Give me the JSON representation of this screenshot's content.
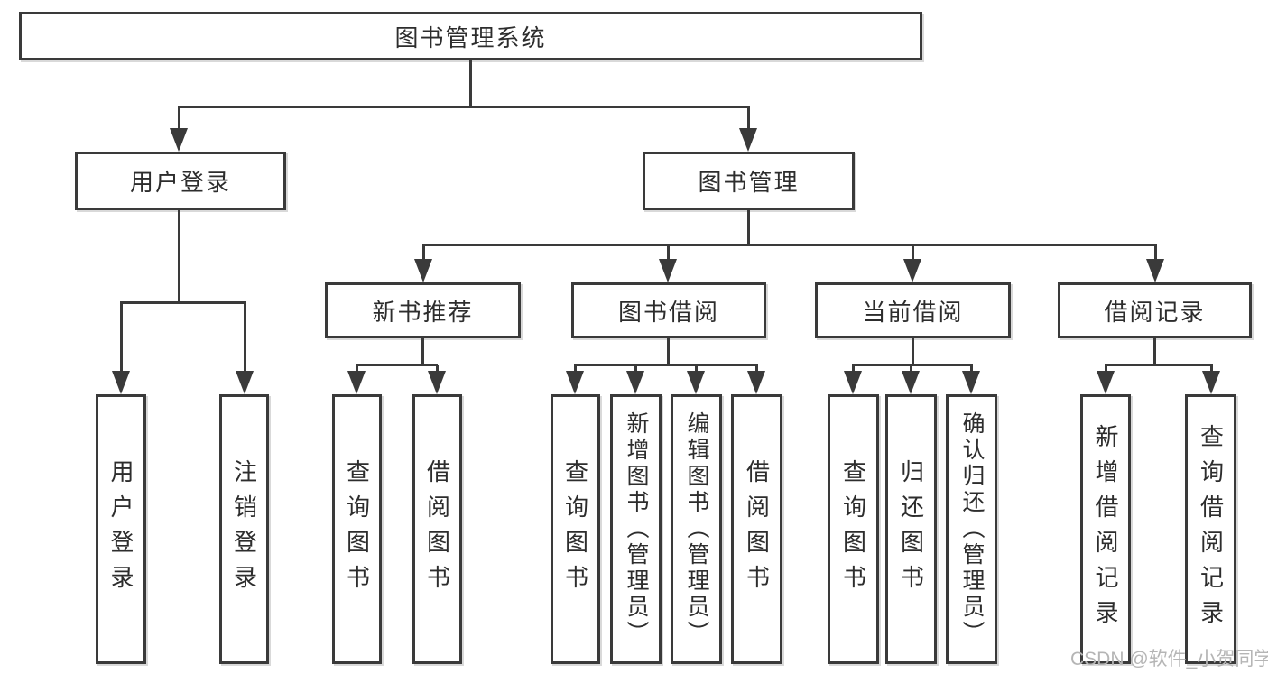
{
  "colors": {
    "line": "#3a3a3a",
    "text": "#2d2d2d",
    "background": "#ffffff",
    "watermark": "#b5b5b5"
  },
  "diagram": {
    "type": "tree",
    "root": {
      "label": "图书管理系统"
    },
    "branches": [
      {
        "label": "用户登录",
        "children": [
          {
            "label": "用户登录"
          },
          {
            "label": "注销登录"
          }
        ]
      },
      {
        "label": "图书管理",
        "groups": [
          {
            "label": "新书推荐",
            "children": [
              {
                "label": "查询图书"
              },
              {
                "label": "借阅图书"
              }
            ]
          },
          {
            "label": "图书借阅",
            "children": [
              {
                "label": "查询图书"
              },
              {
                "label": "新增图书（管理员）"
              },
              {
                "label": "编辑图书（管理员）"
              },
              {
                "label": "借阅图书"
              }
            ]
          },
          {
            "label": "当前借阅",
            "children": [
              {
                "label": "查询图书"
              },
              {
                "label": "归还图书"
              },
              {
                "label": "确认归还（管理员）"
              }
            ]
          },
          {
            "label": "借阅记录",
            "children": [
              {
                "label": "新增借阅记录"
              },
              {
                "label": "查询借阅记录"
              }
            ]
          }
        ]
      }
    ]
  },
  "watermark": {
    "text": "CSDN @软件_小贺同学"
  }
}
